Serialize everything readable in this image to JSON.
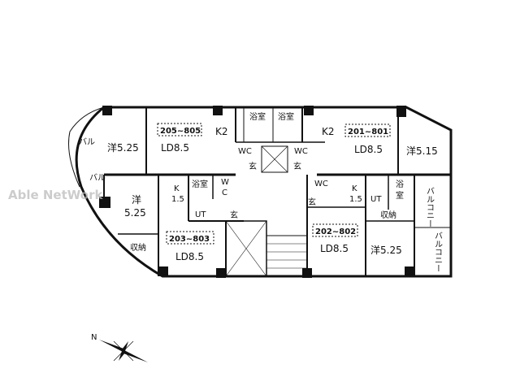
{
  "watermark": "Able NetWork",
  "compass": {
    "north_label": "N"
  },
  "units": {
    "u205": {
      "number": "205~805",
      "ld": "LD8.5",
      "k": "K2",
      "western": "洋5.25",
      "bath": "浴室",
      "wc": "WC",
      "entry": "玄",
      "balcony": "バル"
    },
    "u201": {
      "number": "201~801",
      "ld": "LD8.5",
      "k": "K2",
      "western": "洋5.15",
      "bath": "浴室",
      "wc": "WC",
      "entry": "玄"
    },
    "u203": {
      "number": "203~803",
      "ld": "LD8.5",
      "k": "K",
      "k_size": "1.5",
      "western": "洋",
      "western_size": "5.25",
      "bath": "浴室",
      "wc_w": "W",
      "wc_c": "C",
      "ut": "UT",
      "entry": "玄",
      "storage": "収納",
      "balcony": "バル"
    },
    "u202": {
      "number": "202~802",
      "ld": "LD8.5",
      "k": "K",
      "k_size": "1.5",
      "western": "洋5.25",
      "bath_1": "浴",
      "bath_2": "室",
      "wc": "WC",
      "ut": "UT",
      "entry": "玄",
      "storage": "収納",
      "balcony_1": "バルコニー",
      "balcony_2": "バルコニー"
    }
  }
}
